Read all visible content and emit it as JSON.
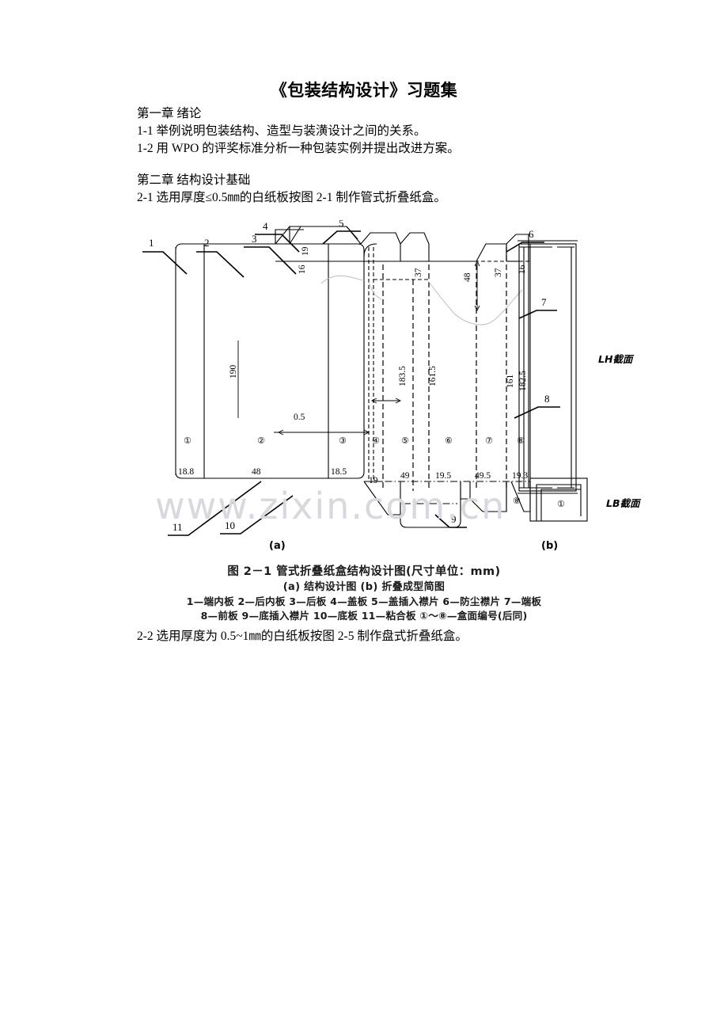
{
  "document": {
    "title": "《包装结构设计》习题集",
    "lines": [
      "第一章  绪论",
      "1-1  举例说明包装结构、造型与装潢设计之间的关系。",
      "1-2  用 WPO 的评奖标准分析一种包装实例并提出改进方案。",
      "第二章  结构设计基础",
      "2-1 选用厚度≤0.5㎜的白纸板按图 2-1 制作管式折叠纸盒。"
    ],
    "last_line": "2-2 选用厚度为 0.5~1㎜的白纸板按图 2-5 制作盘式折叠纸盒。",
    "watermark": "www.zixin.com.cn"
  },
  "figure": {
    "sub_label_a": "(a)",
    "sub_label_b": "(b)",
    "caption_line1": "图 2－1    管式折叠纸盒结构设计图(尺寸单位：mm)",
    "caption_line2": "(a) 结构设计图    (b) 折叠成型简图",
    "caption_line3": "1—端内板   2—后内板   3—后板   4—盖板   5—盖插入襟片   6—防尘襟片   7—端板",
    "caption_line4": "8—前板   9—底插入襟片   10—底板   11—粘合板   ①～⑧—盒面编号(后同)",
    "section_label_lh": "LH截面",
    "section_label_lb": "LB截面",
    "leaders": {
      "l1": "1",
      "l2": "2",
      "l3": "3",
      "l4": "4",
      "l5": "5",
      "l6": "6",
      "l7": "7",
      "l8": "8",
      "l9": "9",
      "l10": "10",
      "l11": "11"
    },
    "panel_numbers": [
      "①",
      "②",
      "③",
      "④",
      "⑤",
      "⑥",
      "⑦",
      "⑧"
    ],
    "panel_widths": [
      "18.8",
      "48",
      "18.5",
      "19",
      "49",
      "19.5",
      "49.5",
      "19.3"
    ],
    "vertical_dims": {
      "d190": "190",
      "d0_5": "0.5",
      "d183_5": "183.5",
      "d161_5": "161.5",
      "d161": "161",
      "d182_5": "182.5"
    },
    "top_dims": {
      "t19": "19",
      "t16_left": "16",
      "t37_left": "37",
      "t48": "48",
      "t37_right": "37",
      "t16_right": "16"
    },
    "section_b_labels": {
      "outer": "⑧",
      "inner": "①"
    }
  },
  "colors": {
    "ink": "#000000",
    "watermark": "#d8d8de",
    "faint_line": "#b9b9b9"
  }
}
